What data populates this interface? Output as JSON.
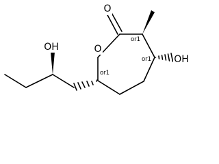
{
  "colors": {
    "background": "#ffffff",
    "ink": "#000000"
  },
  "molecule": {
    "atoms": {
      "carbonyl_oxygen": "O",
      "ring_oxygen": "O",
      "ring_hydroxyl": "OH",
      "side_chain_hydroxyl": "OH"
    },
    "stereo_descriptors": {
      "c3": "or1",
      "c4": "or1",
      "c7": "or1"
    }
  }
}
